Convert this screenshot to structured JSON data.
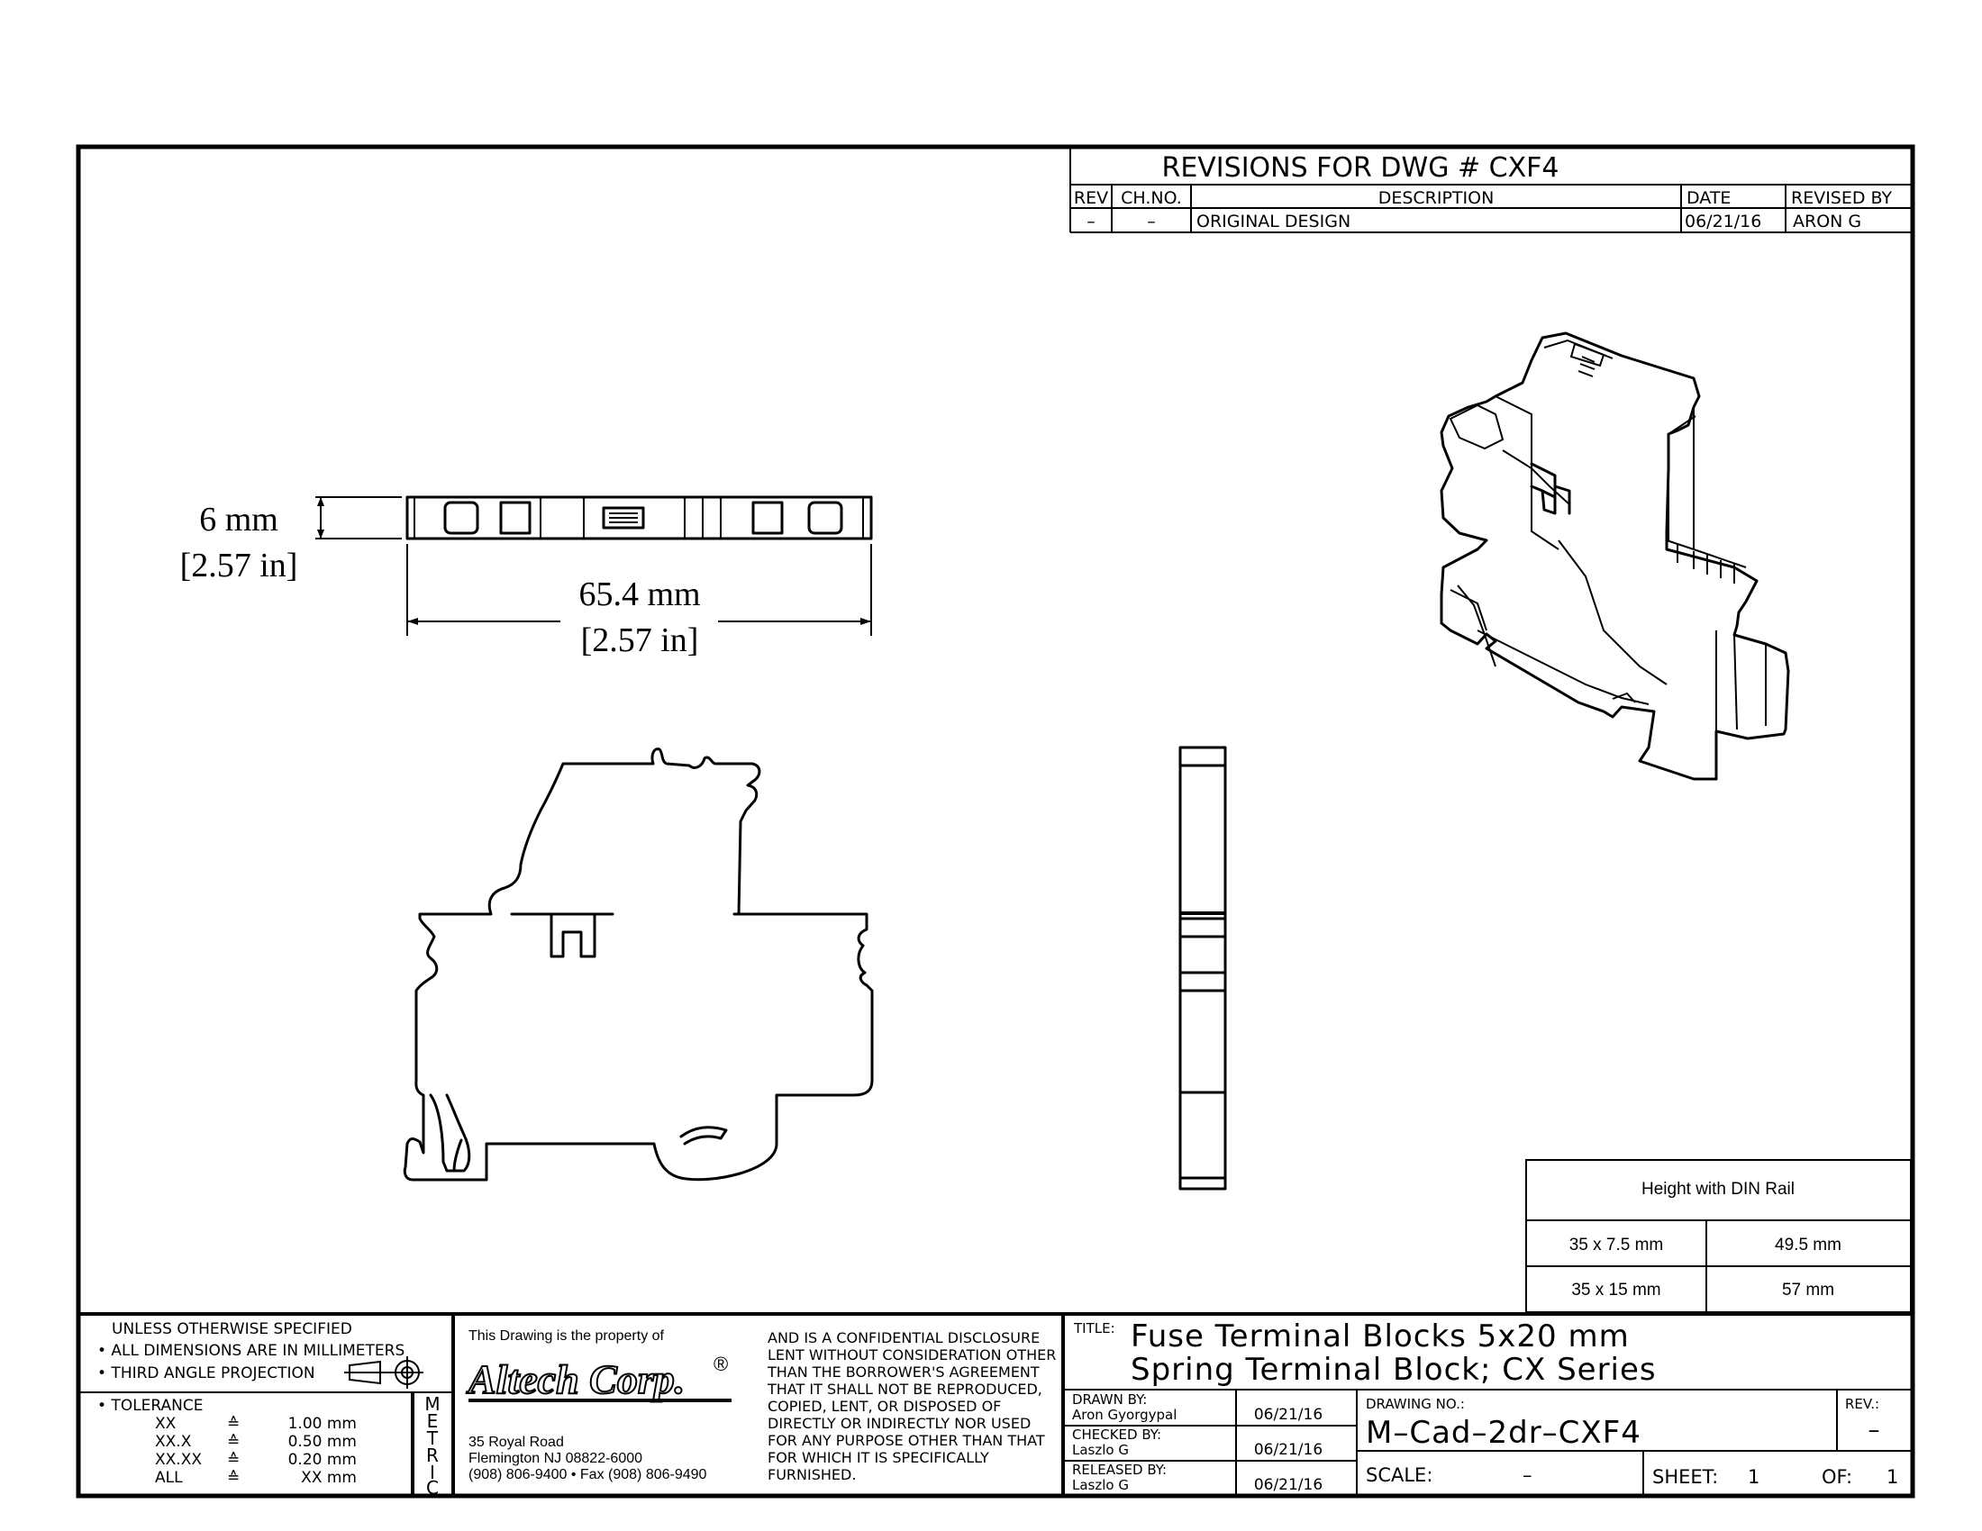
{
  "revisions": {
    "title": "REVISIONS FOR DWG # CXF4",
    "headers": {
      "rev": "REV",
      "chno": "CH.NO.",
      "description": "DESCRIPTION",
      "date": "DATE",
      "revised_by": "REVISED BY"
    },
    "row": {
      "rev": "–",
      "chno": "–",
      "description": "ORIGINAL DESIGN",
      "date": "06/21/16",
      "revised_by": "ARON G"
    }
  },
  "dimensions": {
    "height_value": "6 mm",
    "height_inches": "[2.57 in]",
    "width_value": "65.4 mm",
    "width_inches": "[2.57 in]"
  },
  "din_table": {
    "header": "Height with DIN Rail",
    "rows": [
      {
        "rail": "35 x 7.5 mm",
        "height": "49.5 mm"
      },
      {
        "rail": "35 x 15 mm",
        "height": "57 mm"
      }
    ]
  },
  "notes": {
    "unless": "UNLESS OTHERWISE SPECIFIED",
    "bullet1": "• ALL DIMENSIONS ARE IN MILLIMETERS",
    "bullet2": "• THIRD ANGLE PROJECTION",
    "tolerance_label": "• TOLERANCE",
    "tolerances": [
      {
        "format": "XX",
        "symbol": "≙",
        "value": "1.00 mm"
      },
      {
        "format": "XX.X",
        "symbol": "≙",
        "value": "0.50 mm"
      },
      {
        "format": "XX.XX",
        "symbol": "≙",
        "value": "0.20 mm"
      },
      {
        "format": "ALL",
        "symbol": "≙",
        "value": "XX mm"
      }
    ],
    "metric_letters": [
      "M",
      "E",
      "T",
      "R",
      "I",
      "C"
    ]
  },
  "company": {
    "property_text": "This Drawing is the property of",
    "logo_text": "Altech Corp.",
    "logo_mark": "®",
    "address1": "35 Royal Road",
    "address2": "Flemington NJ 08822-6000",
    "phone": "(908) 806-9400 • Fax (908) 806-9490"
  },
  "disclosure": [
    "AND IS A CONFIDENTIAL DISCLOSURE",
    "LENT WITHOUT CONSIDERATION OTHER",
    "THAN THE BORROWER'S AGREEMENT",
    "THAT IT SHALL NOT BE REPRODUCED,",
    "COPIED, LENT, OR DISPOSED OF",
    "DIRECTLY OR INDIRECTLY NOR USED",
    "FOR ANY PURPOSE OTHER THAN THAT",
    "FOR WHICH IT IS SPECIFICALLY",
    "FURNISHED."
  ],
  "title_block": {
    "title_label": "TITLE:",
    "title_line1": "Fuse Terminal Blocks 5x20 mm",
    "title_line2": "Spring Terminal Block; CX Series",
    "drawn_label": "DRAWN BY:",
    "drawn_name": "Aron Gyorgypal",
    "drawn_date": "06/21/16",
    "checked_label": "CHECKED BY:",
    "checked_name": "Laszlo G",
    "checked_date": "06/21/16",
    "released_label": "RELEASED BY:",
    "released_name": "Laszlo G",
    "released_date": "06/21/16",
    "drawing_no_label": "DRAWING NO.:",
    "drawing_no": "M–Cad–2dr–CXF4",
    "rev_label": "REV.:",
    "rev_value": "–",
    "scale_label": "SCALE:",
    "scale_value": "–",
    "sheet_label": "SHEET:",
    "sheet_value": "1",
    "of_label": "OF:",
    "of_value": "1"
  }
}
